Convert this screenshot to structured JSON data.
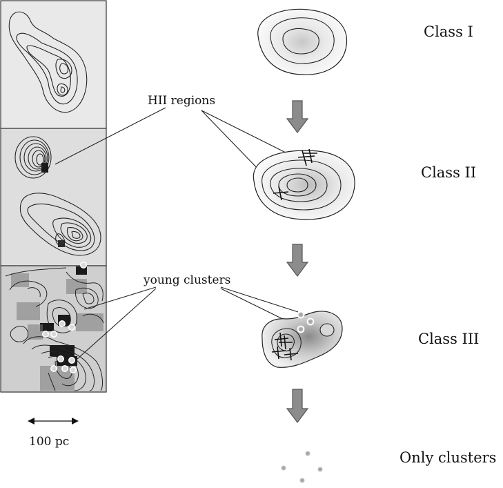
{
  "labels": {
    "class_1": "Class I",
    "class_2": "Class II",
    "class_3": "Class III",
    "class_4": "Only clusters",
    "hii_regions": "HII regions",
    "young_clusters": "young clusters",
    "scale_bar": "100 pc"
  },
  "colors": {
    "contour": "#222222",
    "arrow_fill": "#8c8c8c",
    "arrow_stroke": "#555555",
    "panel_border": "#333333",
    "cluster_dot": "#7a7a7a"
  }
}
